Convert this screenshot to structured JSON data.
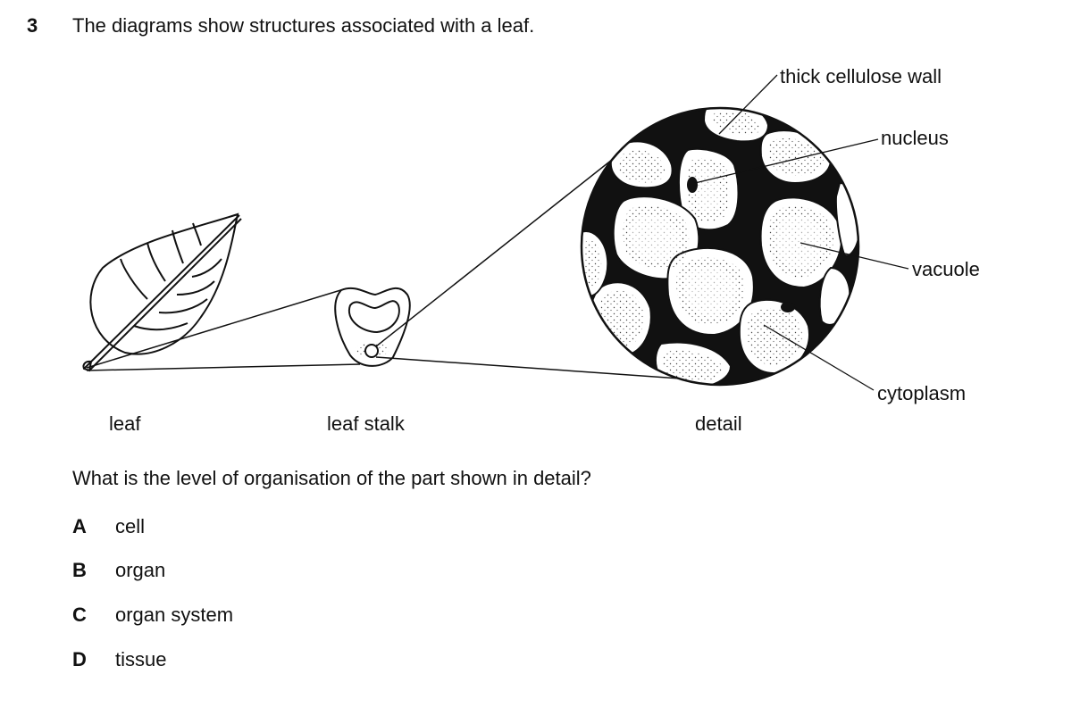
{
  "question": {
    "number": "3",
    "stem": "The diagrams show structures associated with a leaf.",
    "prompt": "What is the level of organisation of the part shown in detail?"
  },
  "diagram": {
    "captions": {
      "leaf": "leaf",
      "stalk": "leaf stalk",
      "detail": "detail"
    },
    "labels": {
      "wall": "thick cellulose wall",
      "nucleus": "nucleus",
      "vacuole": "vacuole",
      "cytoplasm": "cytoplasm"
    }
  },
  "options": [
    {
      "letter": "A",
      "text": "cell"
    },
    {
      "letter": "B",
      "text": "organ"
    },
    {
      "letter": "C",
      "text": "organ system"
    },
    {
      "letter": "D",
      "text": "tissue"
    }
  ]
}
